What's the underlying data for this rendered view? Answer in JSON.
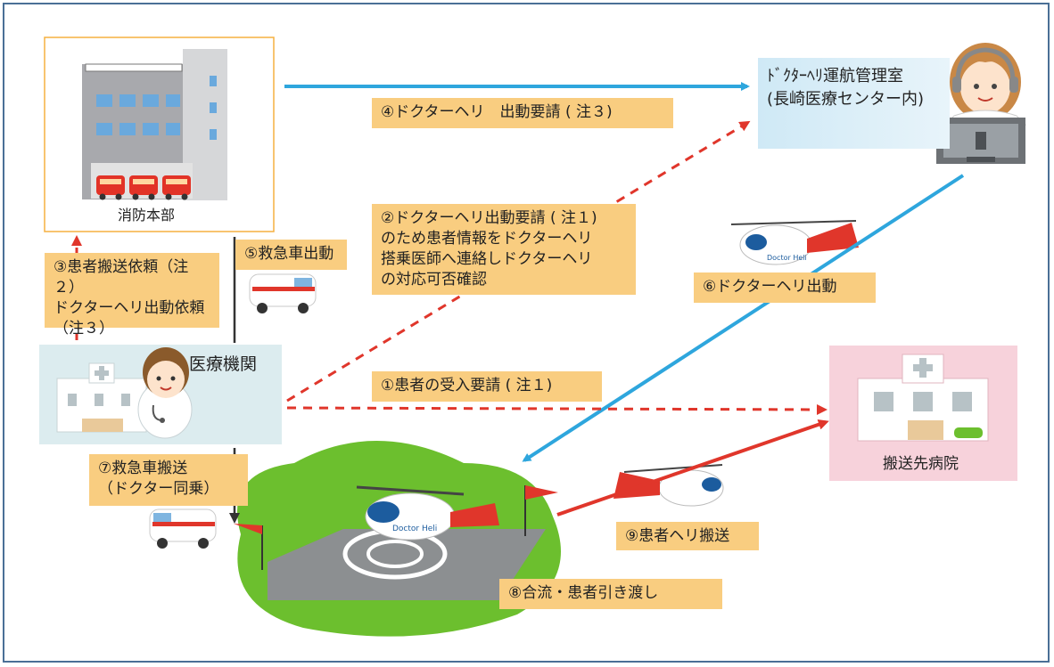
{
  "nodes": {
    "fire_hq": "消防本部",
    "medical_institution": "医療機関",
    "operations_room": "ﾄﾞｸﾀｰﾍﾘ運航管理室\n(長崎医療センター内)",
    "destination_hospital": "搬送先病院"
  },
  "steps": {
    "s1": "①患者の受入要請 ( 注１)",
    "s2": "②ドクターヘリ出動要請 ( 注１)\nのため患者情報をドクターヘリ\n搭乗医師へ連絡しドクターヘリ\nの対応可否確認",
    "s3": "③患者搬送依頼（注２）\nドクターヘリ出動依頼\n（注３）",
    "s4": "④ドクターヘリ　出動要請 ( 注３)",
    "s5": "⑤救急車出動",
    "s6": "⑥ドクターヘリ出動",
    "s7": "⑦救急車搬送\n（ドクター同乗）",
    "s8": "⑧合流・患者引き渡し",
    "s9": "⑨患者ヘリ搬送"
  },
  "heli_text": "Doctor Heli",
  "colors": {
    "label_bg": "#f9cd80",
    "blue_arrow": "#2ea6dd",
    "red_arrow": "#e0362b",
    "frame": "#4a6f96",
    "grass": "#6cbf2e"
  }
}
